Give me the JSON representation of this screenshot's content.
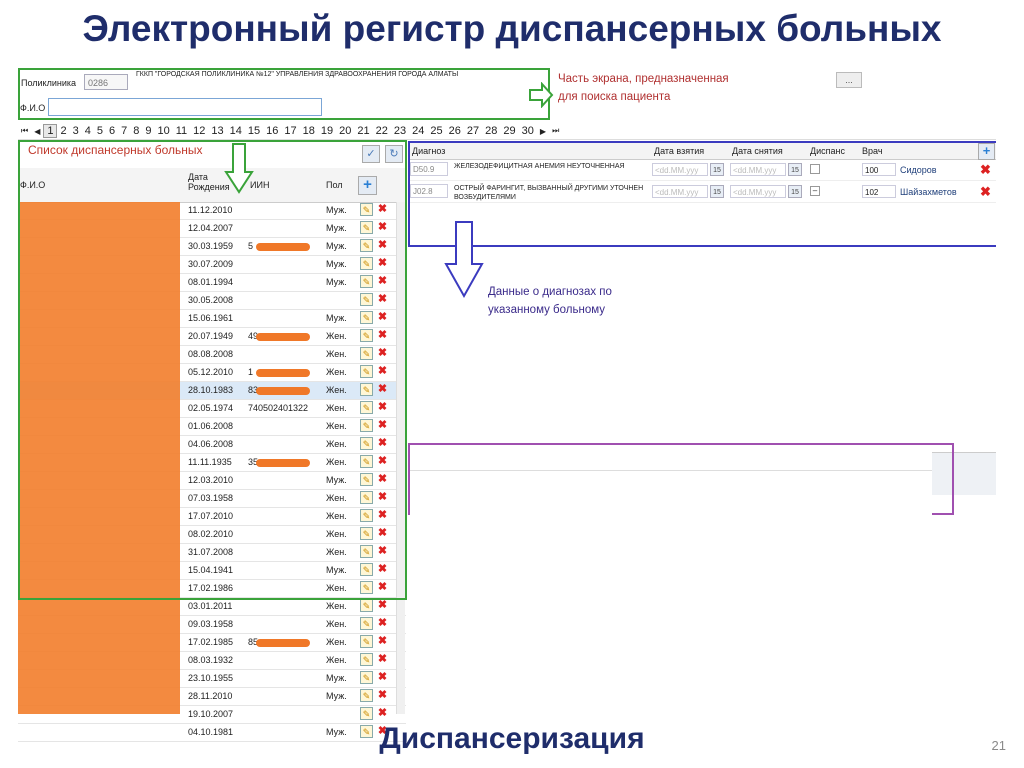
{
  "slide": {
    "title": "Электронный регистр диспансерных больных",
    "bottom_title": "Диспансеризация",
    "page_number": "21"
  },
  "search": {
    "clinic_label": "Поликлиника",
    "clinic_code": "0286",
    "clinic_name": "ГККП \"ГОРОДСКАЯ ПОЛИКЛИНИКА №12\" УПРАВЛЕНИЯ ЗДРАВООХРАНЕНИЯ ГОРОДА АЛМАТЫ",
    "fio_label": "Ф.И.О",
    "fio_value": "",
    "more_button": "...",
    "annotation": [
      "Часть экрана, предназначенная",
      "для поиска пациента"
    ]
  },
  "pager": {
    "first": "⏮",
    "prev": "◀",
    "pages": [
      "1",
      "2",
      "3",
      "4",
      "5",
      "6",
      "7",
      "8",
      "9",
      "10",
      "11",
      "12",
      "13",
      "14",
      "15",
      "16",
      "17",
      "18",
      "19",
      "20",
      "21",
      "22",
      "23",
      "24",
      "25",
      "26",
      "27",
      "28",
      "29",
      "30"
    ],
    "current": "1",
    "next": "▶",
    "last": "⏭"
  },
  "patients": {
    "caption": "Список диспансерных больных",
    "columns": {
      "fio": "Ф.И.О",
      "dob": "Дата Рождения",
      "iin": "ИИН",
      "sex": "Пол"
    },
    "rows": [
      {
        "dob": "11.12.2010",
        "iin": "",
        "sex": "Муж."
      },
      {
        "dob": "12.04.2007",
        "iin": "",
        "sex": "Муж."
      },
      {
        "dob": "30.03.1959",
        "iin": "5",
        "sex": "Муж."
      },
      {
        "dob": "30.07.2009",
        "iin": "",
        "sex": "Муж."
      },
      {
        "dob": "08.01.1994",
        "iin": "",
        "sex": "Муж."
      },
      {
        "dob": "30.05.2008",
        "iin": "",
        "sex": ""
      },
      {
        "dob": "15.06.1961",
        "iin": "",
        "sex": "Муж."
      },
      {
        "dob": "20.07.1949",
        "iin": "49",
        "sex": "Жен."
      },
      {
        "dob": "08.08.2008",
        "iin": "",
        "sex": "Жен."
      },
      {
        "dob": "05.12.2010",
        "iin": "1",
        "sex": "Жен."
      },
      {
        "dob": "28.10.1983",
        "iin": "83",
        "sex": "Жен."
      },
      {
        "dob": "02.05.1974",
        "iin": "740502401322",
        "sex": "Жен."
      },
      {
        "dob": "01.06.2008",
        "iin": "",
        "sex": "Жен."
      },
      {
        "dob": "04.06.2008",
        "iin": "",
        "sex": "Жен."
      },
      {
        "dob": "11.11.1935",
        "iin": "35",
        "sex": "Жен."
      },
      {
        "dob": "12.03.2010",
        "iin": "",
        "sex": "Муж."
      },
      {
        "dob": "07.03.1958",
        "iin": "",
        "sex": "Жен."
      },
      {
        "dob": "17.07.2010",
        "iin": "",
        "sex": "Жен."
      },
      {
        "dob": "08.02.2010",
        "iin": "",
        "sex": "Жен."
      },
      {
        "dob": "31.07.2008",
        "iin": "",
        "sex": "Жен."
      },
      {
        "dob": "15.04.1941",
        "iin": "",
        "sex": "Муж."
      },
      {
        "dob": "17.02.1986",
        "iin": "",
        "sex": "Жен."
      },
      {
        "dob": "03.01.2011",
        "iin": "",
        "sex": "Жен."
      },
      {
        "dob": "09.03.1958",
        "iin": "",
        "sex": "Жен."
      },
      {
        "dob": "17.02.1985",
        "iin": "85",
        "sex": "Жен."
      },
      {
        "dob": "08.03.1932",
        "iin": "",
        "sex": "Жен."
      },
      {
        "dob": "23.10.1955",
        "iin": "",
        "sex": "Муж."
      },
      {
        "dob": "28.11.2010",
        "iin": "",
        "sex": "Муж."
      },
      {
        "dob": "19.10.2007",
        "iin": "",
        "sex": ""
      },
      {
        "dob": "04.10.1981",
        "iin": "",
        "sex": "Муж."
      }
    ],
    "selected_row": 10
  },
  "diagnoses": {
    "columns": {
      "diag": "Диагноз",
      "start": "Дата взятия",
      "end": "Дата снятия",
      "disp": "Диспанс",
      "doctor": "Врач"
    },
    "date_placeholder": "<dd.MM.yyy",
    "cal_label": "15",
    "rows": [
      {
        "code": "D50.9",
        "name": "ЖЕЛЕЗОДЕФИЦИТНАЯ АНЕМИЯ НЕУТОЧНЕННАЯ",
        "doc_code": "100",
        "doctor": "Сидоров",
        "disp": ""
      },
      {
        "code": "J02.8",
        "name": "ОСТРЫЙ ФАРИНГИТ, ВЫЗВАННЫЙ ДРУГИМИ УТОЧНЕН ВОЗБУДИТЕЛЯМИ",
        "doc_code": "102",
        "doctor": "Шайзахметов",
        "disp": "–"
      }
    ],
    "annotation": [
      "Данные о диагнозах по",
      "указанному больному"
    ]
  },
  "colors": {
    "title": "#1f2d6b",
    "annot_red": "#b03030",
    "green": "#3aa33a",
    "blue": "#3b3bbf",
    "purple": "#a050b0",
    "redact": "#f28030"
  }
}
